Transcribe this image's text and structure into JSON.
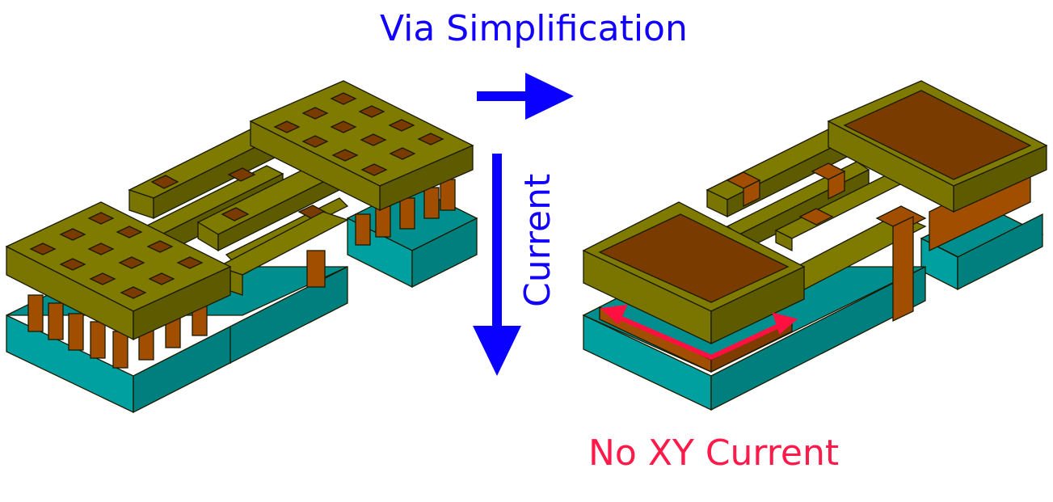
{
  "labels": {
    "title": "Via Simplification",
    "current": "Current",
    "no_xy_current": "No XY Current"
  },
  "colors": {
    "label_blue": "#1200ff",
    "label_red": "#ff1a4a",
    "arrow_blue": "#0a00ff",
    "arrow_red": "#ff1040",
    "metal_top": "#7f7a00",
    "metal_front": "#7a7500",
    "metal_side": "#5e5a00",
    "via_top": "#7a3b00",
    "via_front": "#a24e00",
    "via_side": "#7f3c00",
    "substrate_top": "#008e8e",
    "substrate_front": "#00a0a0",
    "substrate_side": "#007f7f",
    "outline": "#1a1a00"
  },
  "icons": [
    "right-arrow-icon",
    "down-arrow-icon",
    "double-headed-arrow-icon"
  ]
}
